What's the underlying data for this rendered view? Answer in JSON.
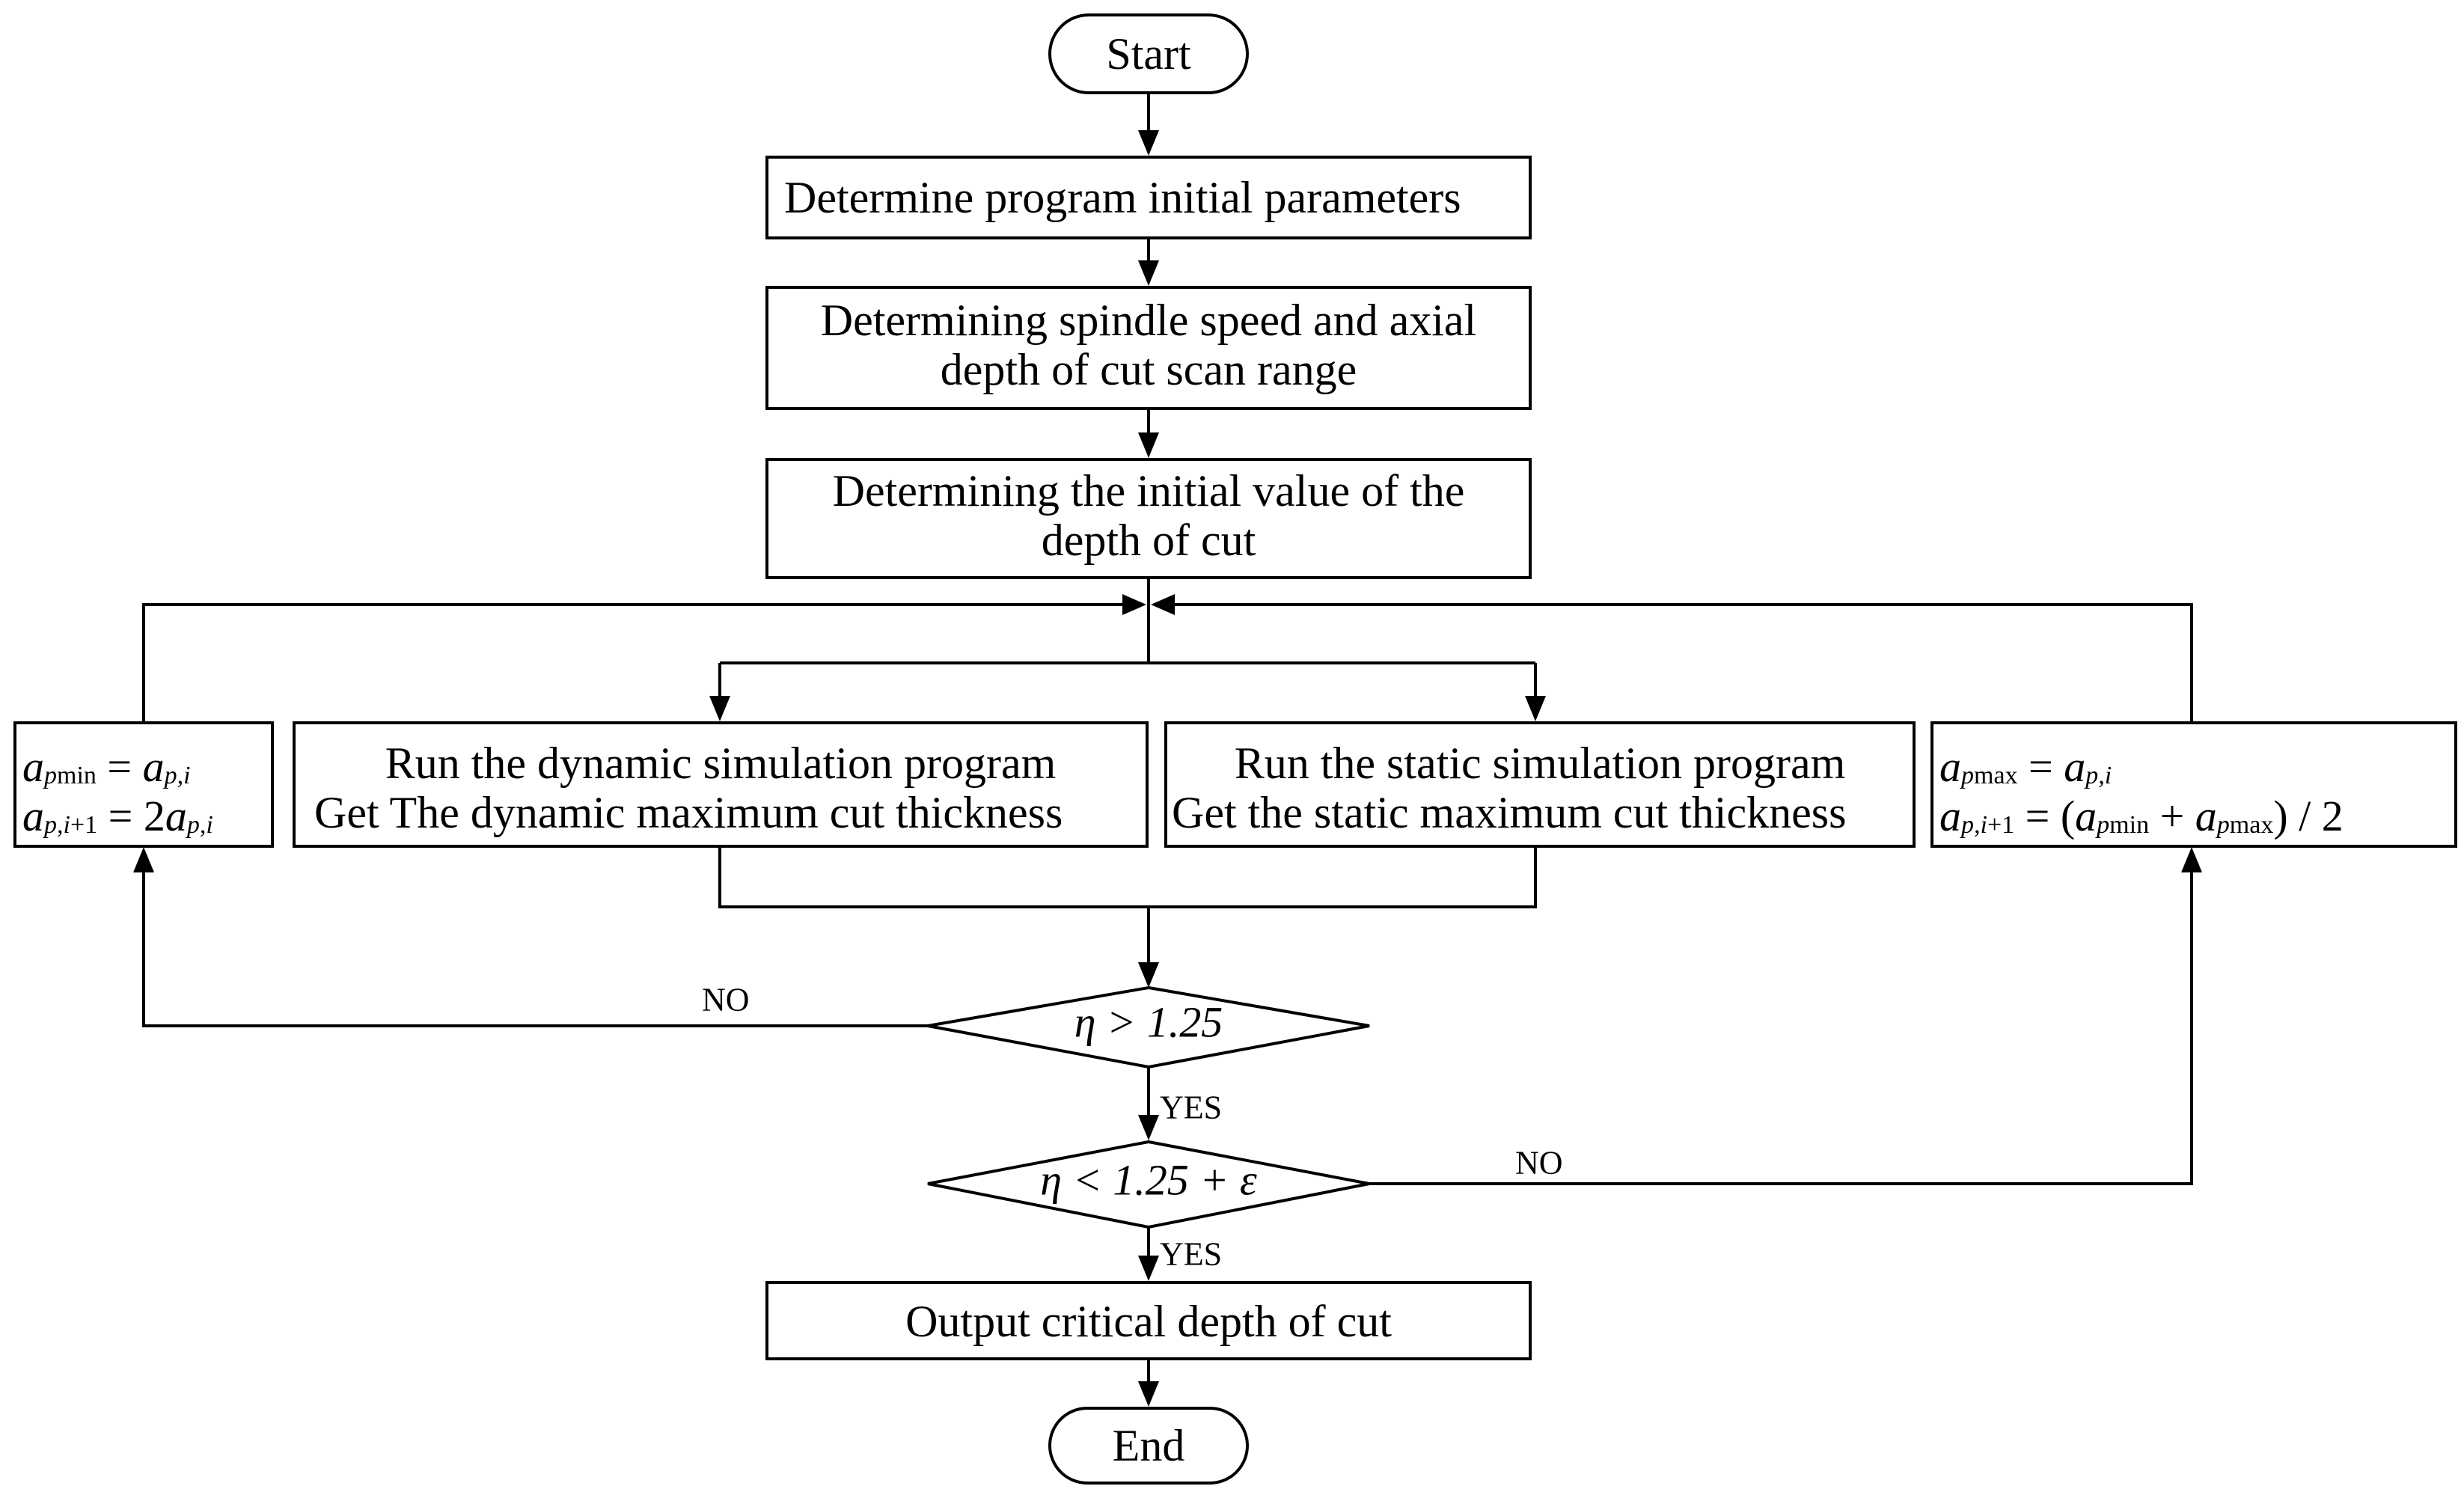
{
  "nodes": {
    "start": "Start",
    "init_params": "Determine program initial parameters",
    "scan_range": [
      "Determining spindle speed and axial",
      "depth of cut scan range"
    ],
    "initial_depth": [
      "Determining the initial value of the",
      "depth of cut"
    ],
    "dynamic_sim": [
      "Run the dynamic simulation program",
      "Get The dynamic maximum cut thickness"
    ],
    "static_sim": [
      "Run the static simulation program",
      "Get the static maximum cut thickness"
    ],
    "decision1": "η > 1.25",
    "decision2": "η < 1.25 + ε",
    "output": "Output critical depth of cut",
    "end": "End"
  },
  "formulas": {
    "left": {
      "line1": "a_pmin = a_p,i",
      "line2": "a_p,i+1 = 2a_p,i"
    },
    "right": {
      "line1": "a_pmax = a_p,i",
      "line2": "a_p,i+1 = (a_pmin + a_pmax) / 2"
    }
  },
  "edge_labels": {
    "d1_no": "NO",
    "d1_yes": "YES",
    "d2_no": "NO",
    "d2_yes": "YES"
  }
}
